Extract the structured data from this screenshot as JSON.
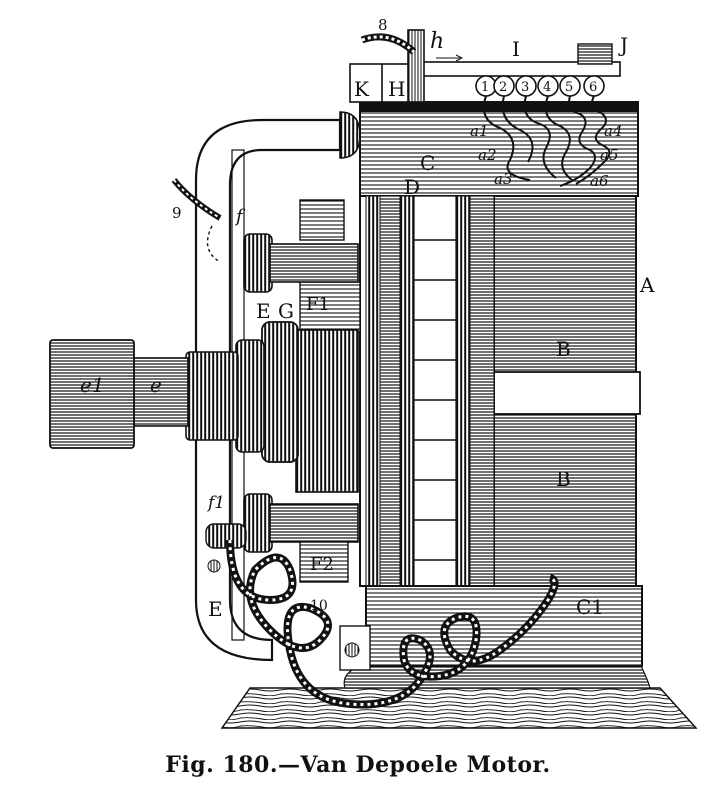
{
  "caption": "Fig. 180.—Van Depoele Motor.",
  "labels": {
    "terminal_8": "8",
    "h": "h",
    "I": "I",
    "J": "J",
    "K": "K",
    "H": "H",
    "c1": "1",
    "c2": "2",
    "c3": "3",
    "c4": "4",
    "c5": "5",
    "c6": "6",
    "a1": "a1",
    "a2": "a2",
    "a3": "a3",
    "a4": "a4",
    "a5": "a5",
    "a6": "a6",
    "C": "C",
    "D": "D",
    "A": "A",
    "B_top": "B",
    "B_bottom": "B",
    "C1": "C1",
    "f": "f",
    "f1": "f1",
    "wire_9": "9",
    "wire_10": "10",
    "E_top": "E",
    "E_bottom": "E",
    "G": "G",
    "F1": "F1",
    "F2": "F2",
    "e": "e",
    "e1": "e1"
  },
  "colors": {
    "ink": "#111111",
    "paper": "#ffffff",
    "base": "#d9d4c7"
  }
}
